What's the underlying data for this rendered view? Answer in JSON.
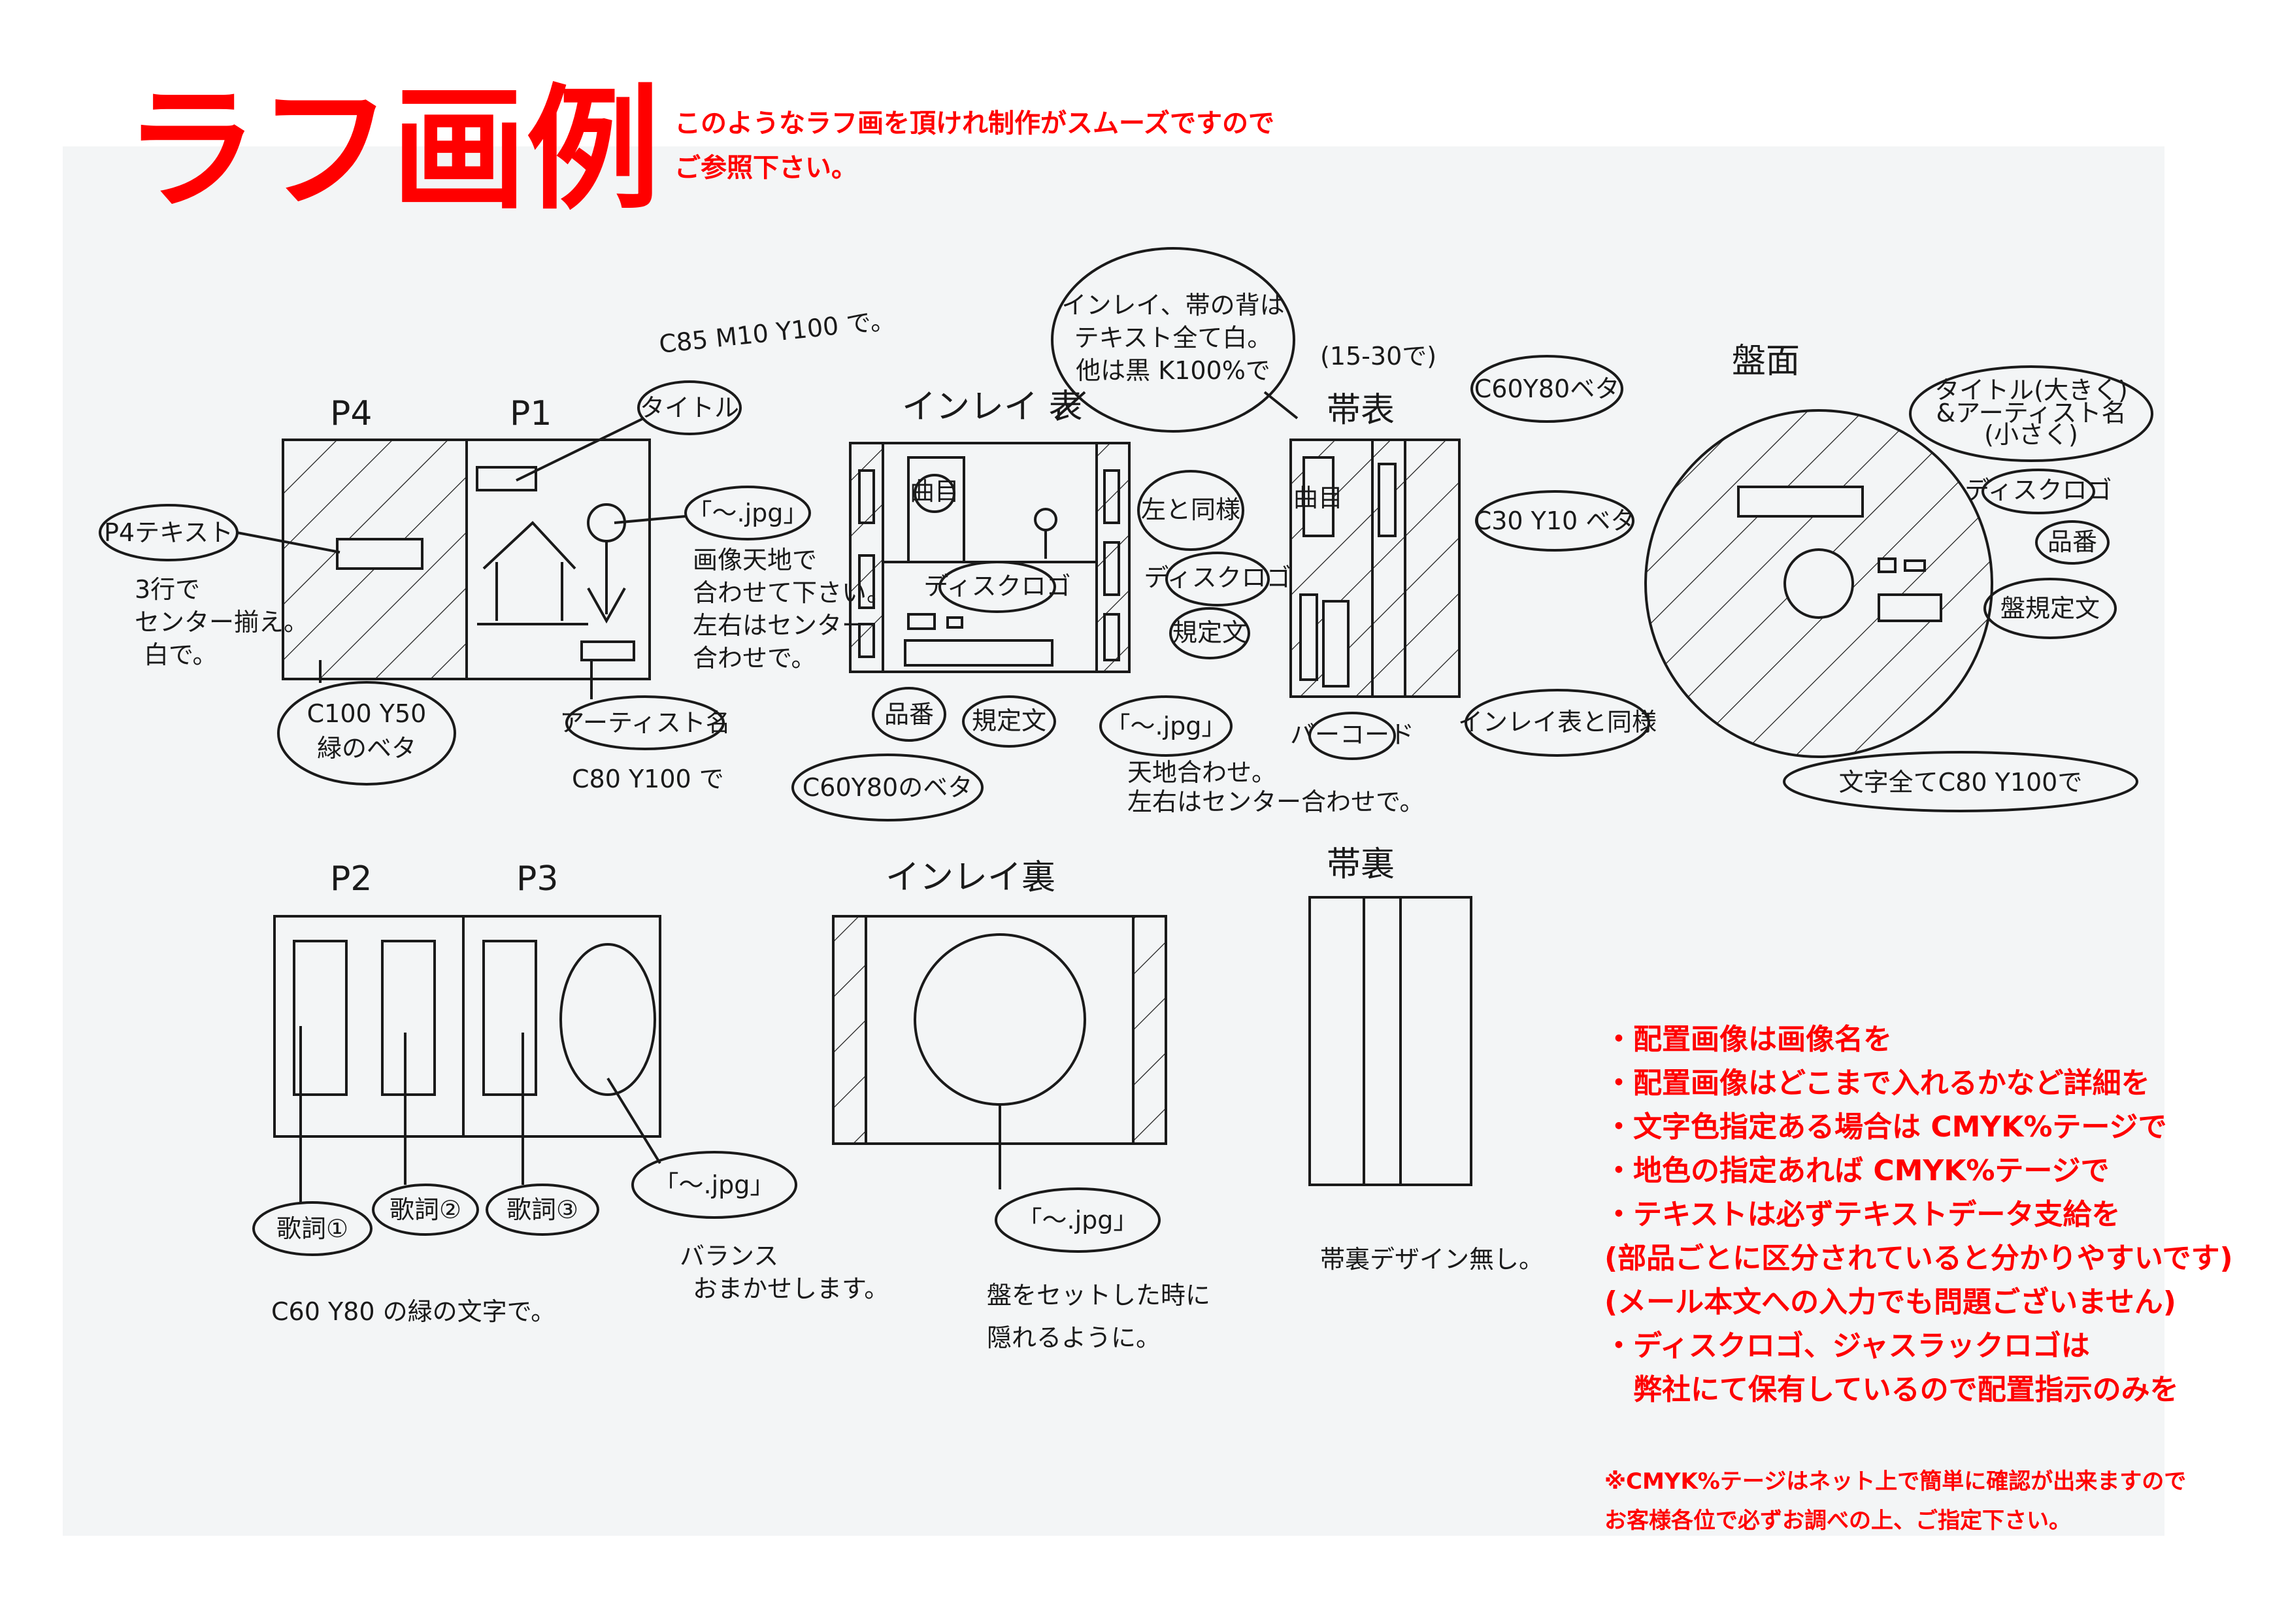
{
  "header": {
    "title": "ラフ画例",
    "subtitle_lines": [
      "このようなラフ画を頂けれ制作がスムーズですので",
      "ご参照下さい。"
    ]
  },
  "colors": {
    "accent": "#ff0000",
    "paper": "#f3f5f6",
    "ink": "#1a1a1a"
  },
  "sketch": {
    "booklet_front": {
      "page_labels": [
        "P4",
        "P1"
      ],
      "color_note": "C85 M10 Y100 で。",
      "title_bubble": "タイトル",
      "p4_text_bubble": "P4テキスト",
      "p4_text_note": [
        "3行で",
        "センター揃え。",
        "白で。"
      ],
      "bg_bubble": [
        "C100 Y50",
        "緑のベタ"
      ],
      "jpg_bubble": "「〜.jpg」",
      "jpg_note": [
        "画像天地で",
        "合わせて下さい。",
        "左右はセンター",
        "合わせで。"
      ],
      "artist_bubble": "アーティスト名",
      "artist_note": "C80 Y100 で"
    },
    "inlay_front": {
      "label": "インレイ 表",
      "spine_bubble": [
        "インレイ、帯の背は",
        "テキスト全て白。",
        "他は黒 K100%で"
      ],
      "tracklist": "曲目",
      "same_as_left": "左と同様",
      "disc_logo": "ディスクロゴ",
      "product_no": "品番",
      "regulation_text": "規定文",
      "jpg_bubble": "「〜.jpg」",
      "jpg_note": [
        "天地合わせ。",
        "左右はセンター合わせで。"
      ],
      "bg_bubble": "C60Y80のベタ"
    },
    "obi_front": {
      "width_note": "(15-30で)",
      "label": "帯表",
      "tracklist": "曲目",
      "color_bubble_1": "C60Y80ベタ",
      "color_bubble_2": "C30 Y10 ベタ",
      "disc_logo": "ディスクロゴ",
      "regulation_text": "規定文",
      "barcode": "バーコード",
      "same_as_inlay": "インレイ表と同様"
    },
    "disc": {
      "label": "盤面",
      "title_bubble": [
        "タイトル(大きく)",
        "&アーティスト名",
        "(小さく)"
      ],
      "disc_logo": "ディスクロゴ",
      "product_no": "品番",
      "regulation_text": "盤規定文",
      "text_color_bubble": "文字全てC80 Y100で"
    },
    "booklet_inner": {
      "page_labels": [
        "P2",
        "P3"
      ],
      "lyrics": [
        "歌詞①",
        "歌詞②",
        "歌詞③"
      ],
      "jpg_bubble": "「〜.jpg」",
      "balance_note": [
        "バランス",
        "おまかせします。"
      ],
      "text_color_note": "C60 Y80 の緑の文字で。"
    },
    "inlay_back": {
      "label": "インレイ裏",
      "jpg_bubble": "「〜.jpg」",
      "note": [
        "盤をセットした時に",
        "隠れるように。"
      ]
    },
    "obi_back": {
      "label": "帯裏",
      "note": "帯裏デザイン無し。"
    }
  },
  "notes": {
    "items": [
      "・配置画像は画像名を",
      "・配置画像はどこまで入れるかなど詳細を",
      "・文字色指定ある場合は CMYK%テージで",
      "・地色の指定あれば CMYK%テージで",
      "・テキストは必ずテキストデータ支給を",
      "(部品ごとに区分されていると分かりやすいです)",
      "(メール本文への入力でも問題ございません)",
      "・ディスクロゴ、ジャスラックロゴは",
      "　弊社にて保有しているので配置指示のみを"
    ],
    "footnote": [
      "※CMYK%テージはネット上で簡単に確認が出来ますので",
      "お客様各位で必ずお調べの上、ご指定下さい。"
    ]
  }
}
